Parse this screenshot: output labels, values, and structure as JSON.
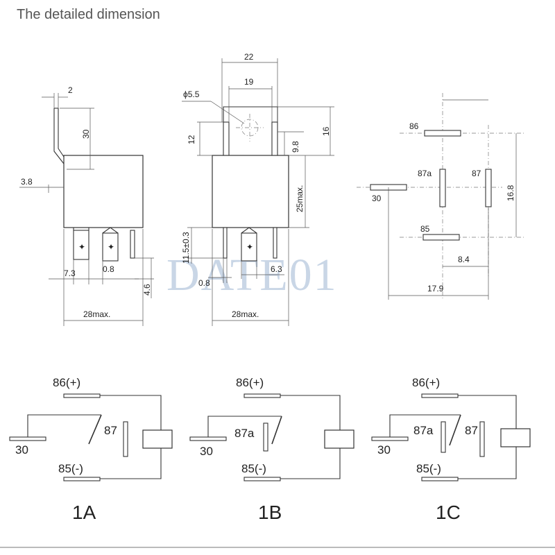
{
  "header": {
    "title": "The detailed dimension"
  },
  "watermark": "DATE01",
  "side_view": {
    "dims": {
      "pin_offset": "2",
      "pin_height": "30",
      "pin_gap": "3.8",
      "pin_spacing": "7.3",
      "pin_thickness": "0.8",
      "pin_length": "4.6",
      "width": "28max."
    }
  },
  "front_view": {
    "dims": {
      "overall": "22",
      "inner": "19",
      "hole": "ϕ5.5",
      "tab_height": "12",
      "tab_short": "9.8",
      "tab_total": "16",
      "body_height": "25max.",
      "pin_length": "11.5±0.3",
      "pin_thickness": "0.8",
      "pin_width": "6.3",
      "width": "28max."
    }
  },
  "footprint": {
    "pins": {
      "p86": "86",
      "p87a": "87a",
      "p87": "87",
      "p30": "30",
      "p85": "85"
    },
    "dims": {
      "height": "16.8",
      "half": "8.4",
      "width": "17.9"
    }
  },
  "schematics": [
    {
      "name": "1A",
      "coil_pos": "86(+)",
      "coil_neg": "85(-)",
      "common": "30",
      "contact": "87"
    },
    {
      "name": "1B",
      "coil_pos": "86(+)",
      "coil_neg": "85(-)",
      "common": "30",
      "contact": "87a"
    },
    {
      "name": "1C",
      "coil_pos": "86(+)",
      "coil_neg": "85(-)",
      "common": "30",
      "contact_nc": "87a",
      "contact_no": "87"
    }
  ]
}
